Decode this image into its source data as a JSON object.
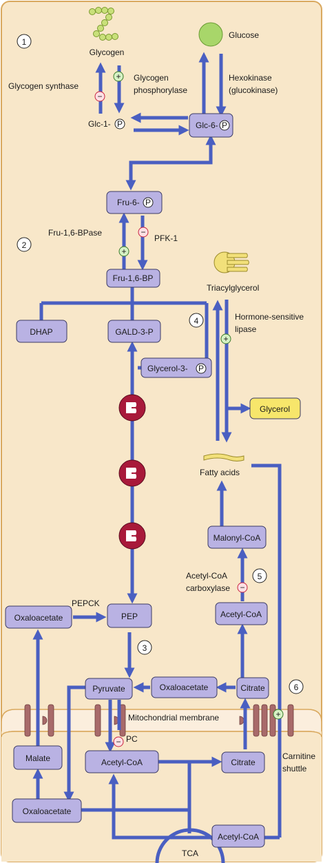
{
  "steps": [
    "1",
    "2",
    "3",
    "4",
    "5",
    "6"
  ],
  "metabolites": {
    "glycogen": "Glycogen",
    "glucose": "Glucose",
    "glc1p": "Glc-1-",
    "glc6p": "Glc-6-",
    "fru6p": "Fru-6-",
    "fru16bp": "Fru-1,6-BP",
    "dhap": "DHAP",
    "gald3p": "GALD-3-P",
    "glycerol3p": "Glycerol-3-",
    "triacylglycerol": "Triacylglycerol",
    "glycerol": "Glycerol",
    "fatty_acids": "Fatty acids",
    "malonyl_coa": "Malonyl-CoA",
    "acetyl_coa_cyto": "Acetyl-CoA",
    "oxaloacetate_left": "Oxaloacetate",
    "pep": "PEP",
    "pyruvate": "Pyruvate",
    "oxaloacetate_mid": "Oxaloacetate",
    "citrate_cyto": "Citrate",
    "malate": "Malate",
    "acetyl_coa_mito": "Acetyl-CoA",
    "citrate_mito": "Citrate",
    "acetyl_coa_mito2": "Acetyl-CoA",
    "oxaloacetate_mito": "Oxaloacetate",
    "tca": "TCA"
  },
  "phosphate_symbol": "P",
  "enzymes": {
    "glycogen_synthase": "Glycogen synthase",
    "glycogen_phosphorylase_1": "Glycogen",
    "glycogen_phosphorylase_2": "phosphorylase",
    "hexokinase_1": "Hexokinase",
    "hexokinase_2": "(glucokinase)",
    "fru16bpase": "Fru-1,6-BPase",
    "pfk1": "PFK-1",
    "hsl_1": "Hormone-sensitive",
    "hsl_2": "lipase",
    "acc_1": "Acetyl-CoA",
    "acc_2": "carboxylase",
    "pepck": "PEPCK",
    "pc": "PC",
    "carnitine_1": "Carnitine",
    "carnitine_2": "shuttle"
  },
  "membrane_label": "Mitochondrial membrane",
  "regulation": {
    "activate": "+",
    "inhibit": "−"
  },
  "colors": {
    "cytosol": "#f8e7c9",
    "cell_border": "#d9a85e",
    "box_fill": "#b9b2e3",
    "box_stroke": "#3b3b64",
    "arrow": "#4a5fc1",
    "glycerol_fill": "#f7e66b",
    "glucose_fill": "#a8d66a",
    "fat_yellow": "#f2e07a",
    "protein_red": "#a8193a",
    "membrane_protein": "#a86a6a",
    "activator_fill": "#d6f1c4",
    "inhibitor_fill": "#fde0e4",
    "inhibitor_stroke": "#c9243f"
  }
}
